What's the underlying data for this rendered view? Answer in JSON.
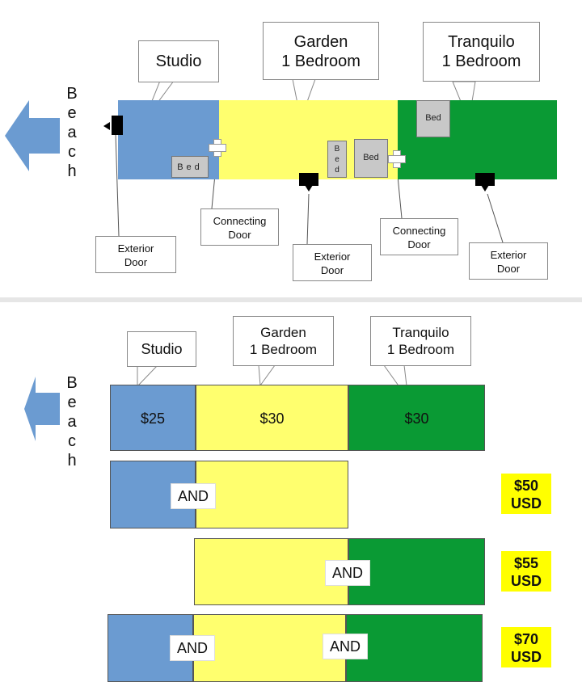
{
  "top_plan": {
    "beach": [
      "B",
      "e",
      "a",
      "c",
      "h"
    ],
    "rooms": {
      "studio": "Studio",
      "garden": [
        "Garden",
        "1 Bedroom"
      ],
      "tranquilo": [
        "Tranquilo",
        "1 Bedroom"
      ]
    },
    "beds": {
      "studio_bed": [
        "B",
        "e",
        "d"
      ],
      "garden_bed_small": [
        "B",
        "e",
        "d"
      ],
      "garden_bed_large": "Bed",
      "tranquilo_bed": "Bed"
    },
    "callouts": {
      "studio_exterior_door": [
        "Exterior",
        "Door"
      ],
      "connecting_door_1": [
        "Connecting",
        "Door"
      ],
      "garden_exterior_door": [
        "Exterior",
        "Door"
      ],
      "connecting_door_2": [
        "Connecting",
        "Door"
      ],
      "tranquilo_exterior_door": [
        "Exterior",
        "Door"
      ]
    }
  },
  "pricing": {
    "beach": [
      "B",
      "e",
      "a",
      "c",
      "h"
    ],
    "rooms": {
      "studio": "Studio",
      "garden": [
        "Garden",
        "1 Bedroom"
      ],
      "tranquilo": [
        "Tranquilo",
        "1 Bedroom"
      ]
    },
    "rates": {
      "studio": "$25",
      "garden": "$30",
      "tranquilo": "$30"
    },
    "combos": [
      {
        "and_labels": [
          "AND"
        ],
        "price": [
          "$50",
          "USD"
        ]
      },
      {
        "and_labels": [
          "AND"
        ],
        "price": [
          "$55",
          "USD"
        ]
      },
      {
        "and_labels": [
          "AND",
          "AND"
        ],
        "price": [
          "$70",
          "USD"
        ]
      }
    ]
  },
  "colors": {
    "studio": "#6b9bd1",
    "garden": "#ffff6e",
    "tranquilo": "#0a9a34",
    "price_tag": "#ffff00",
    "arrow": "#6b9bd1"
  }
}
